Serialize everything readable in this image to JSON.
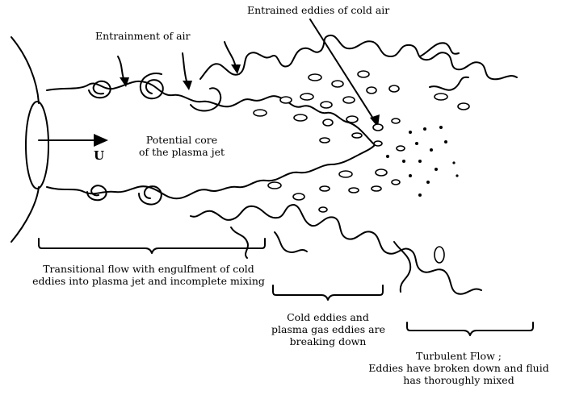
{
  "labels": {
    "entrainment": "Entrainment of air",
    "entrained_eddies": "Entrained eddies of cold air",
    "potential_core_1": "Potential core",
    "potential_core_2": "of the plasma jet",
    "velocity": "U",
    "transitional_1": "Transitional flow with engulfment of cold",
    "transitional_2": "eddies into plasma jet and incomplete mixing",
    "breaking_1": "Cold eddies and",
    "breaking_2": "plasma gas eddies are",
    "breaking_3": "breaking down",
    "turbulent_1": "Turbulent Flow ;",
    "turbulent_2": "Eddies have broken down and fluid",
    "turbulent_3": "has thoroughly mixed"
  }
}
